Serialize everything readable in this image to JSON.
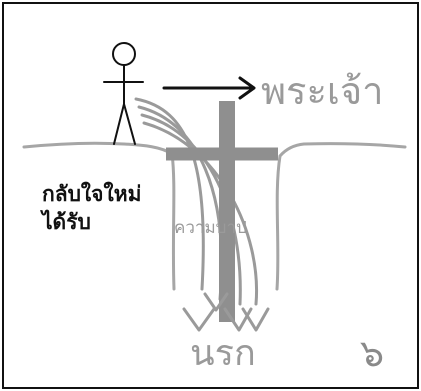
{
  "diagram": {
    "labels": {
      "god": "พระเจ้า",
      "repent": "กลับใจใหม่",
      "receive": "ได้รับ",
      "sin_bridge": "ความบาป",
      "hell": "นรก",
      "page_number": "๖"
    },
    "colors": {
      "ink": "#111111",
      "gray": "#9a9a9a",
      "cross": "#8f8f8f",
      "cliff": "#a6a6a6",
      "background": "#ffffff"
    },
    "icons": [
      "stick-figure-icon",
      "arrow-right-icon",
      "cross-icon",
      "arrow-down-icon"
    ]
  }
}
